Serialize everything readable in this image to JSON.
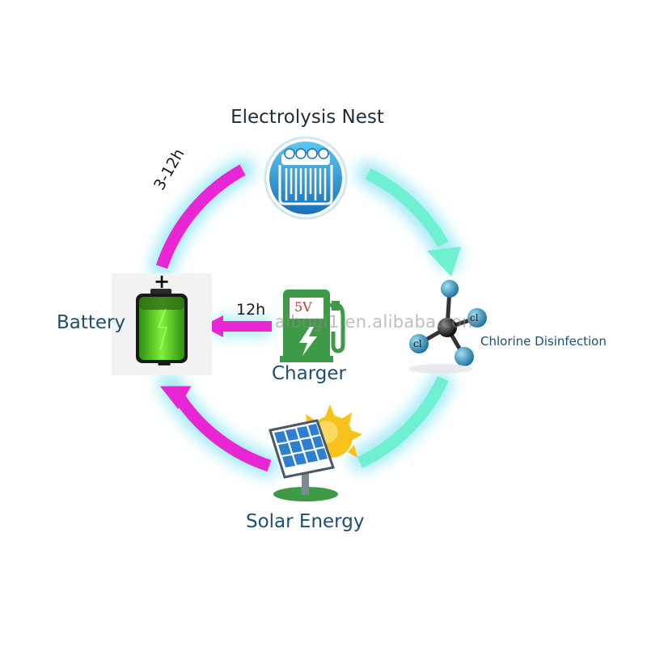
{
  "diagram": {
    "title": "Electrolysis Nest",
    "nodes": {
      "battery": {
        "label": "Battery",
        "plus_sign": "+",
        "minus_sign": "−"
      },
      "charger": {
        "label": "Charger",
        "voltage": "5V"
      },
      "solar": {
        "label": "Solar Energy"
      },
      "chlorine": {
        "label": "Chlorine Disinfection",
        "atom_label_1": "cl",
        "atom_label_2": "cl"
      }
    },
    "edges": {
      "battery_to_nest": {
        "label": "3-12h"
      },
      "charger_to_battery": {
        "label": "12h"
      }
    },
    "watermark": "aibogi1.en.alibaba.com",
    "colors": {
      "magenta_arrow": "#e826d4",
      "teal_arrow": "#6ff0d0",
      "glow": "#8fe6f5",
      "label_blue": "#1e4f6e",
      "charger_green": "#3f9a48",
      "battery_green": "#5fd41a",
      "panel_blue": "#2f7fd0",
      "sun_yellow": "#f6c21b"
    },
    "icons": [
      "electrolysis-nest-icon",
      "battery-icon",
      "charger-icon",
      "molecule-icon",
      "solar-panel-icon",
      "sun-icon"
    ]
  }
}
